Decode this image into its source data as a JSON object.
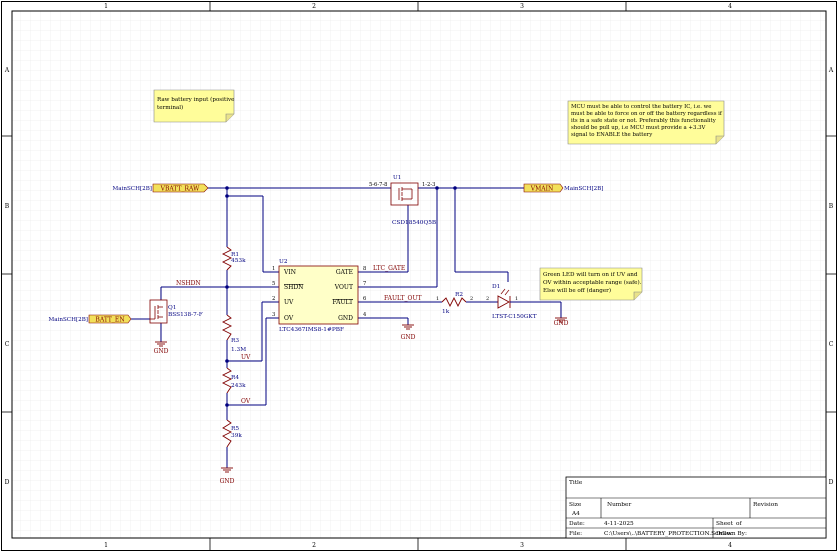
{
  "sheet": {
    "columns": [
      "1",
      "2",
      "3",
      "4"
    ],
    "rows": [
      "A",
      "B",
      "C",
      "D"
    ]
  },
  "notes": {
    "raw_battery": [
      "Raw battery input (positive",
      "terminal)"
    ],
    "mcu_control": [
      "MCU must be able to control the battery IC, i.e. we",
      "must be able to force on or off the battery regardless if",
      "its in a safe state or not. Preferably this functionality",
      "should be pull up, i.e MCU must provide a +3.3V",
      "signal to ENABLE the battery"
    ],
    "led_note": [
      "Green LED will turn on if UV and",
      "OV within acceptable range (safe).",
      "Else will be off (danger)"
    ]
  },
  "ports": {
    "vbatt_raw": {
      "sheet": "MainSCH[2B]",
      "label": "VBATT_RAW"
    },
    "vmain": {
      "sheet": "MainSCH[2B]",
      "label": "VMAIN"
    },
    "batt_en": {
      "sheet": "MainSCH[2B]",
      "label": "BATT_EN"
    }
  },
  "u1": {
    "ref": "U1",
    "part": "CSD18540Q5B",
    "pins": "5-6-7-8",
    "pin_right": "1-2-3"
  },
  "u2": {
    "ref": "U2",
    "part": "LTC4367IMS8-1#PBF",
    "pins_left": [
      {
        "num": "1",
        "name": "VIN"
      },
      {
        "num": "5",
        "name": "SHDN"
      },
      {
        "num": "2",
        "name": "UV"
      },
      {
        "num": "3",
        "name": "OV"
      }
    ],
    "pins_right": [
      {
        "num": "8",
        "name": "GATE"
      },
      {
        "num": "7",
        "name": "VOUT"
      },
      {
        "num": "6",
        "name": "FAULT"
      },
      {
        "num": "4",
        "name": "GND"
      }
    ]
  },
  "q1": {
    "ref": "Q1",
    "part": "BSS138-7-F"
  },
  "resistors": [
    {
      "ref": "R1",
      "value": "453k"
    },
    {
      "ref": "R3",
      "value": "1.3M"
    },
    {
      "ref": "R4",
      "value": "243k"
    },
    {
      "ref": "R5",
      "value": "39k"
    },
    {
      "ref": "R2",
      "value": "1k",
      "pin1": "1",
      "pin2": "2"
    }
  ],
  "d1": {
    "ref": "D1",
    "part": "LTST-C150GKT",
    "pin1": "1",
    "pin2": "2"
  },
  "nets": {
    "nshdn": "NSHDN",
    "ltc_gate": "LTC_GATE",
    "fault_out": "FAULT_OUT",
    "uv": "UV",
    "ov": "OV",
    "gnd": "GND"
  },
  "title_block": {
    "title_label": "Title",
    "size_label": "Size",
    "size_value": "A4",
    "number_label": "Number",
    "revision_label": "Revision",
    "date_label": "Date:",
    "date_value": "4-11-2025",
    "sheet_label": "Sheet",
    "sheet_of": "of",
    "file_label": "File:",
    "file_value": "C:\\Users\\..\\BATTERY_PROTECTION.SchDoc",
    "drawn_label": "Drawn By:"
  },
  "colors": {
    "wire": "#000080",
    "component": "#800000",
    "pin_name": "#000000",
    "net_label": "#800000",
    "note_fill": "#fffd9a",
    "port_fill": "#f2e05a"
  }
}
